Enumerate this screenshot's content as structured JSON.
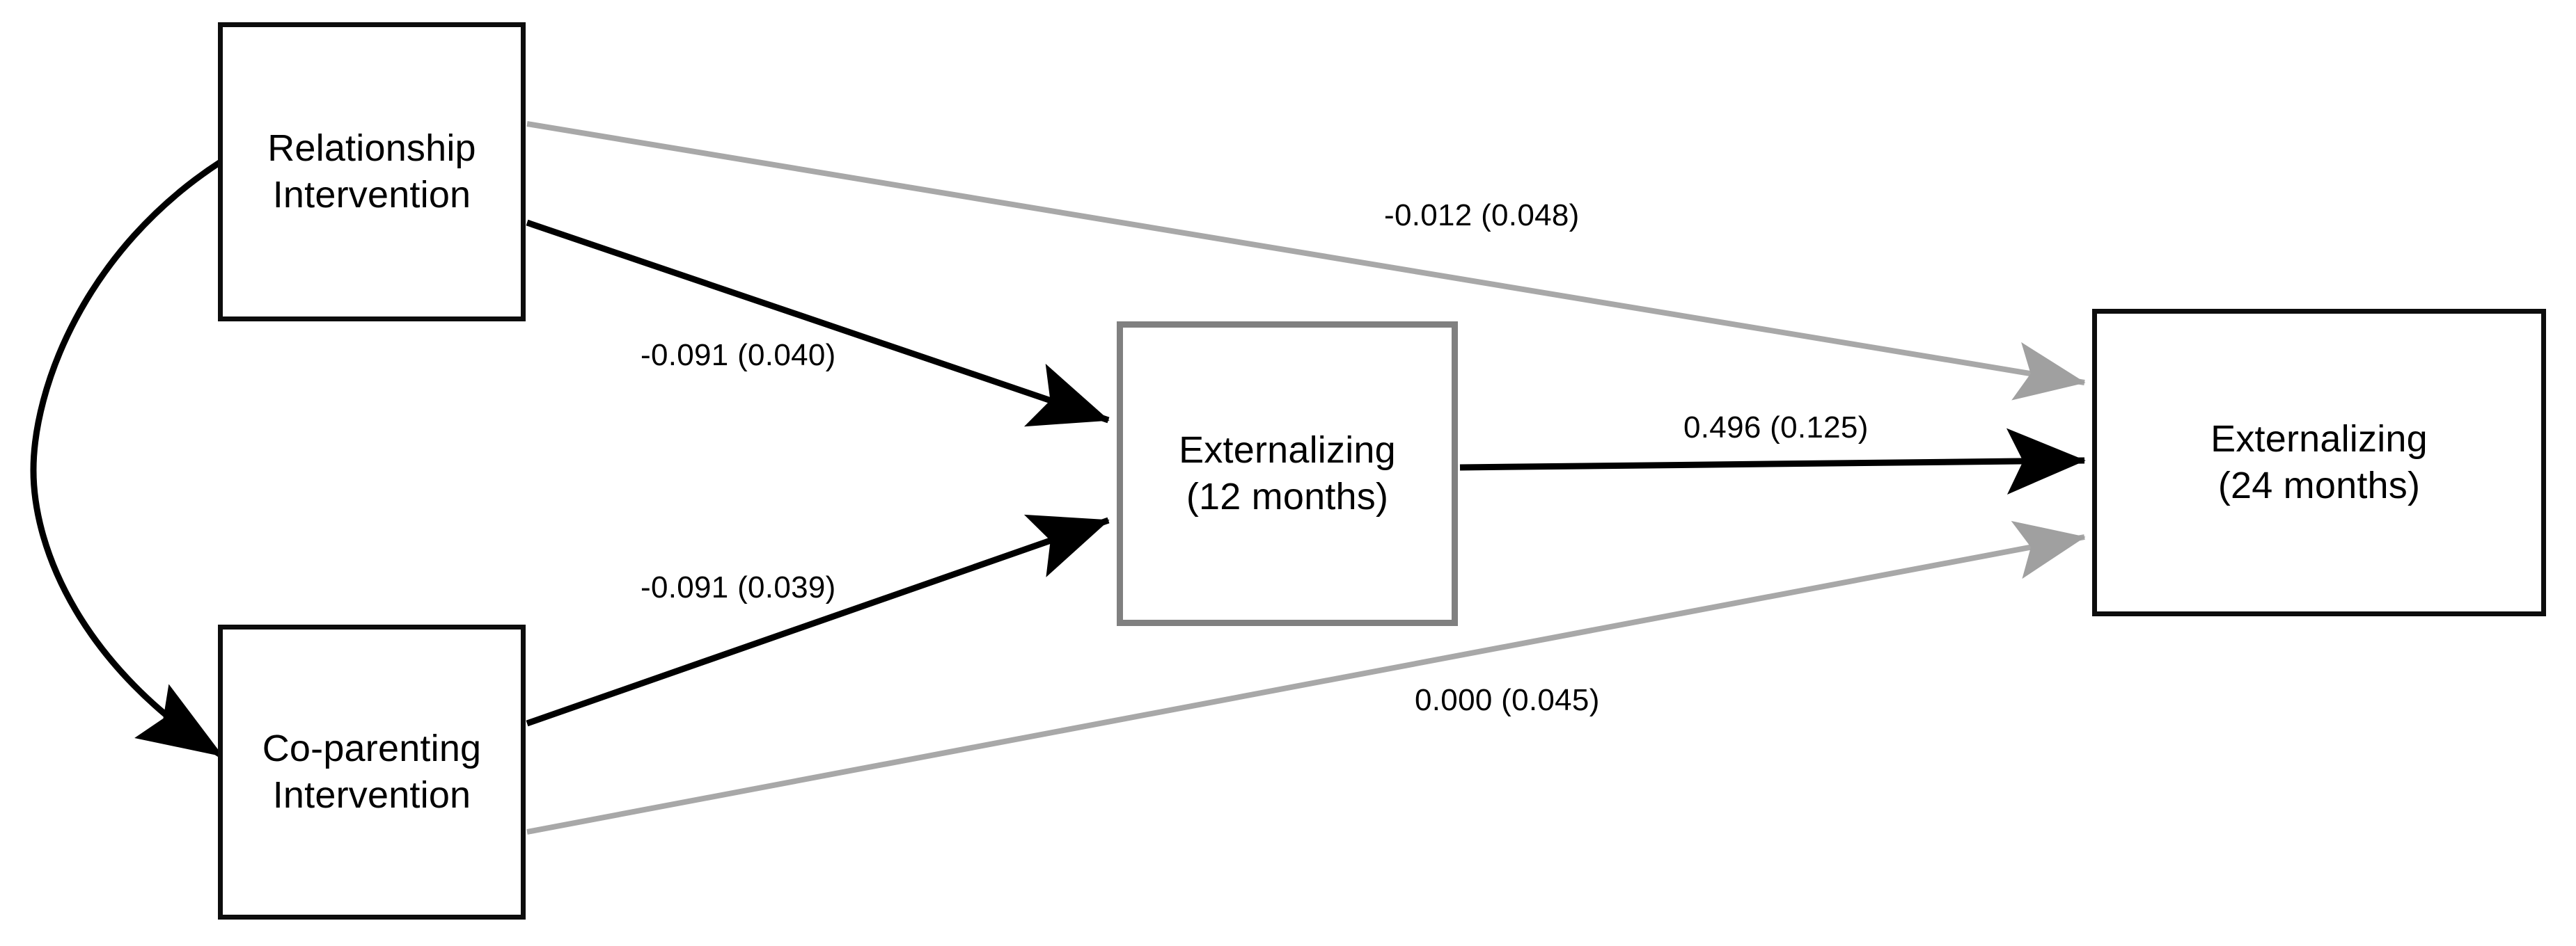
{
  "diagram": {
    "type": "path-diagram",
    "nodes": [
      {
        "id": "relationship",
        "label": "Relationship\nIntervention",
        "border_color": "#0d0d0d"
      },
      {
        "id": "coparenting",
        "label": "Co-parenting\nIntervention",
        "border_color": "#0d0d0d"
      },
      {
        "id": "ext12",
        "label": "Externalizing\n(12 months)",
        "border_color": "#808080"
      },
      {
        "id": "ext24",
        "label": "Externalizing\n(24 months)",
        "border_color": "#0d0d0d"
      }
    ],
    "paths": [
      {
        "id": "rel-ext12",
        "from": "relationship",
        "to": "ext12",
        "estimate": "-0.091",
        "se": "0.040",
        "label": "-0.091 (0.040)",
        "color": "#000000",
        "style": "solid-black"
      },
      {
        "id": "cop-ext12",
        "from": "coparenting",
        "to": "ext12",
        "estimate": "-0.091",
        "se": "0.039",
        "label": "-0.091 (0.039)",
        "color": "#000000",
        "style": "solid-black"
      },
      {
        "id": "rel-ext24",
        "from": "relationship",
        "to": "ext24",
        "estimate": "-0.012",
        "se": "0.048",
        "label": "-0.012 (0.048)",
        "color": "#999999",
        "style": "solid-gray"
      },
      {
        "id": "cop-ext24",
        "from": "coparenting",
        "to": "ext24",
        "estimate": "0.000",
        "se": "0.045",
        "label": "0.000 (0.045)",
        "color": "#999999",
        "style": "solid-gray"
      },
      {
        "id": "ext12-ext24",
        "from": "ext12",
        "to": "ext24",
        "estimate": "0.496",
        "se": "0.125",
        "label": "0.496 (0.125)",
        "color": "#000000",
        "style": "solid-black"
      },
      {
        "id": "rel-cop-correlation",
        "from": "relationship",
        "to": "coparenting",
        "label": "",
        "color": "#000000",
        "style": "curved-double-headed"
      }
    ],
    "colors": {
      "black": "#000000",
      "gray_border": "#808080",
      "gray_path": "#999999",
      "background": "#ffffff"
    }
  }
}
